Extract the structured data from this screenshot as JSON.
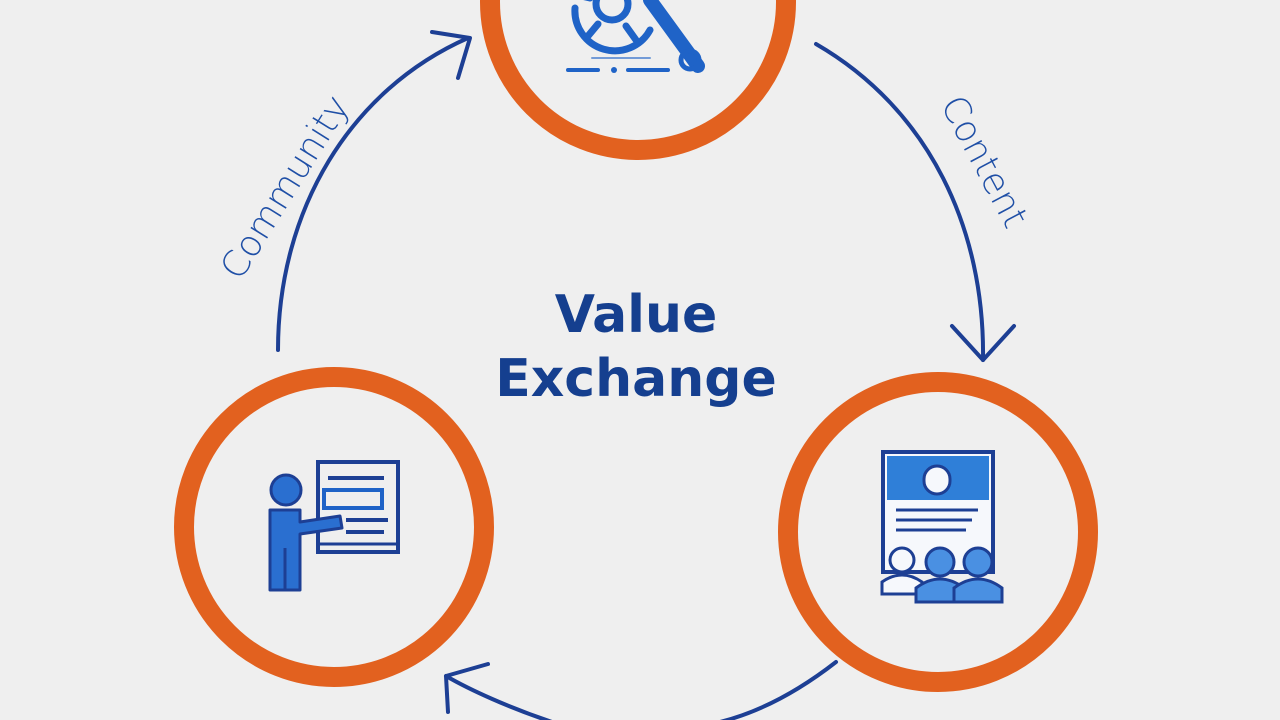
{
  "diagram": {
    "center": {
      "line1": "Value",
      "line2": "Exchange"
    },
    "arrow_labels": {
      "community": "Community",
      "content": "Content"
    },
    "nodes": [
      {
        "icon": "gear-wrench-icon"
      },
      {
        "icon": "content-document-icon"
      },
      {
        "icon": "presenter-icon"
      }
    ],
    "colors": {
      "ring": "#e2611f",
      "primary_blue": "#1f63c7",
      "arrow": "#1d3f94",
      "background": "#efefef"
    }
  }
}
